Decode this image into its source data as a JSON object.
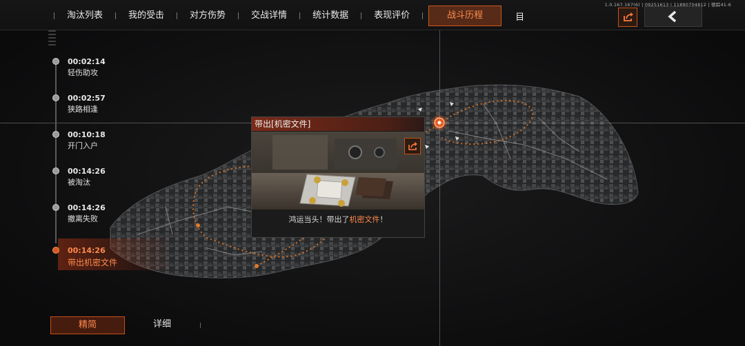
{
  "nav": {
    "tabs": [
      "淘汰列表",
      "我的受击",
      "对方伤势",
      "交战详情",
      "统计数据",
      "表现评价",
      "战斗历程"
    ],
    "active_tab": "战斗历程",
    "overflow_label": "目",
    "version_text": "1.0.167.167(6) | 09251613 | 11890704812 | 德踪41-6"
  },
  "timeline": {
    "events": [
      {
        "time": "00:02:14",
        "label": "轻伤助攻"
      },
      {
        "time": "00:02:57",
        "label": "狭路相逢"
      },
      {
        "time": "00:10:18",
        "label": "开门入户"
      },
      {
        "time": "00:14:26",
        "label": "被淘汰"
      },
      {
        "time": "00:14:26",
        "label": "撤离失败"
      },
      {
        "time": "00:14:26",
        "label": "带出机密文件"
      }
    ],
    "active_index": 5
  },
  "popup": {
    "title": "带出[机密文件]",
    "text_prefix": "鸿运当头！带出了",
    "text_item": "机密文件",
    "text_suffix": "！"
  },
  "bottom": {
    "mode_simple": "精简",
    "mode_detail": "详细"
  },
  "colors": {
    "accent": "#d2561e",
    "accent_text": "#ff8a4c",
    "route": "#e07a2a"
  },
  "icons": [
    "share-icon",
    "back-chevron-icon",
    "route-marker-icon"
  ]
}
